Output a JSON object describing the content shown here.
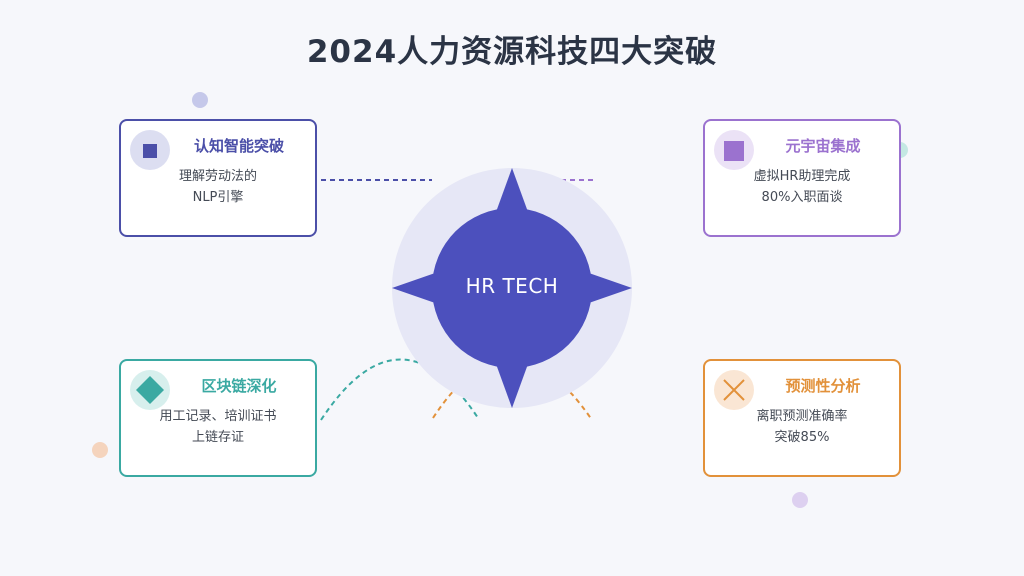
{
  "title": "2024人力资源科技四大突破",
  "center": {
    "label": "HR TECH"
  },
  "colors": {
    "cognitive": "#4b4fa8",
    "metaverse": "#9b72cf",
    "blockchain": "#3aa9a2",
    "predictive": "#e2913a",
    "hub": "#4c50bd"
  },
  "cards": [
    {
      "key": "cognitive",
      "icon": "square-icon",
      "title": "认知智能突破",
      "lines": [
        "理解劳动法的",
        "NLP引擎"
      ]
    },
    {
      "key": "metaverse",
      "icon": "square-icon",
      "title": "元宇宙集成",
      "lines": [
        "虚拟HR助理完成",
        "80%入职面谈"
      ]
    },
    {
      "key": "blockchain",
      "icon": "diamond-icon",
      "title": "区块链深化",
      "lines": [
        "用工记录、培训证书",
        "上链存证"
      ]
    },
    {
      "key": "predictive",
      "icon": "cross-icon",
      "title": "预测性分析",
      "lines": [
        "离职预测准确率",
        "突破85%"
      ]
    }
  ]
}
